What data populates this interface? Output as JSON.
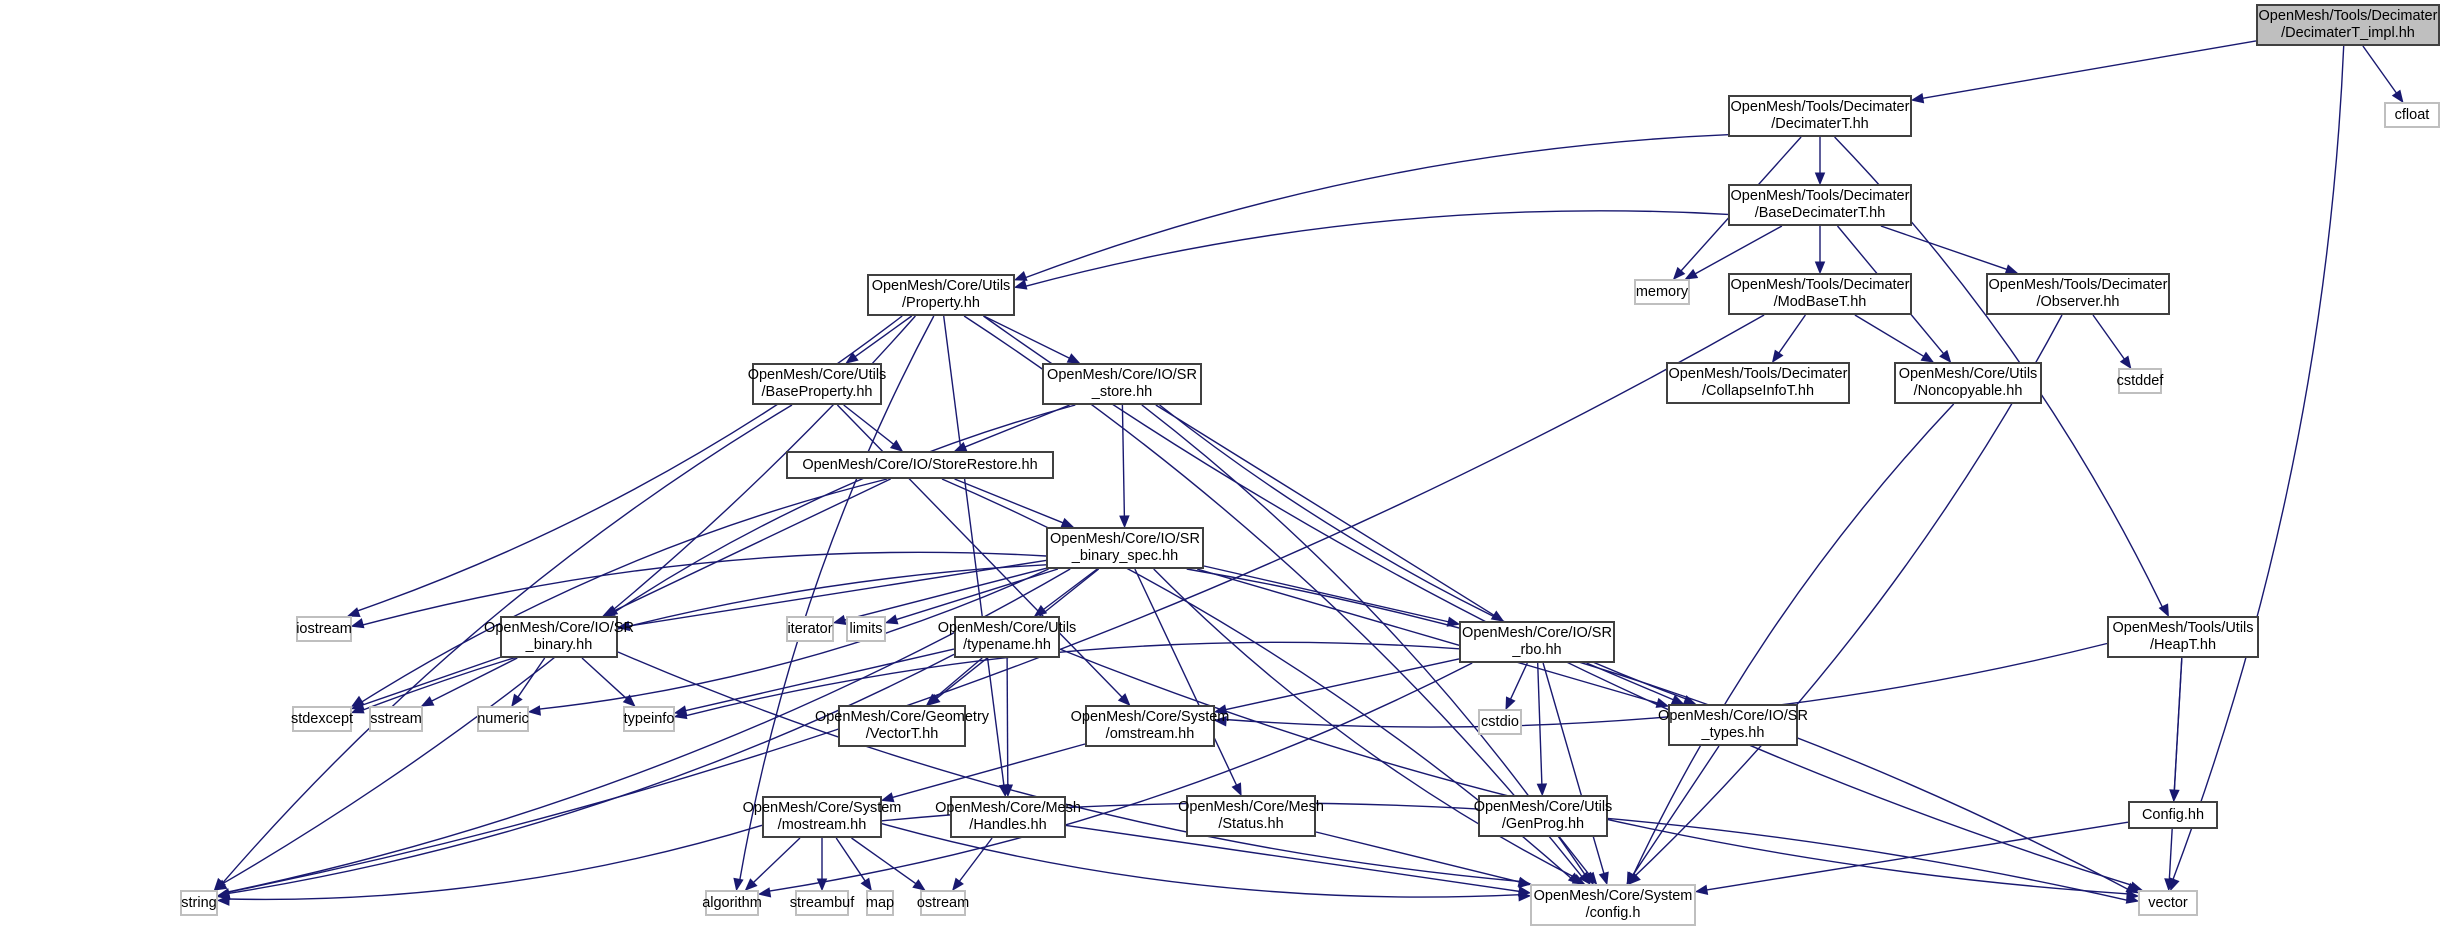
{
  "title": "OpenMesh/Tools/Decimater/DecimaterT_impl.hh include dependency graph",
  "colors": {
    "edge": "#191970",
    "root_fill": "#bfbfbf",
    "doc_border": "#404040",
    "ext_border": "#bfbfbf"
  },
  "nodes": [
    {
      "id": "root",
      "label": "OpenMesh/Tools/Decimater\n/DecimaterT_impl.hh",
      "kind": "root"
    },
    {
      "id": "decimaterT",
      "label": "OpenMesh/Tools/Decimater\n/DecimaterT.hh",
      "kind": "doc"
    },
    {
      "id": "cfloat",
      "label": "cfloat",
      "kind": "ext"
    },
    {
      "id": "baseDecimaterT",
      "label": "OpenMesh/Tools/Decimater\n/BaseDecimaterT.hh",
      "kind": "doc"
    },
    {
      "id": "property",
      "label": "OpenMesh/Core/Utils\n/Property.hh",
      "kind": "doc"
    },
    {
      "id": "memory",
      "label": "memory",
      "kind": "ext"
    },
    {
      "id": "modBaseT",
      "label": "OpenMesh/Tools/Decimater\n/ModBaseT.hh",
      "kind": "doc"
    },
    {
      "id": "observer",
      "label": "OpenMesh/Tools/Decimater\n/Observer.hh",
      "kind": "doc"
    },
    {
      "id": "cstddef",
      "label": "cstddef",
      "kind": "ext"
    },
    {
      "id": "collapseInfoT",
      "label": "OpenMesh/Tools/Decimater\n/CollapseInfoT.hh",
      "kind": "doc"
    },
    {
      "id": "noncopyable",
      "label": "OpenMesh/Core/Utils\n/Noncopyable.hh",
      "kind": "doc"
    },
    {
      "id": "baseProperty",
      "label": "OpenMesh/Core/Utils\n/BaseProperty.hh",
      "kind": "doc"
    },
    {
      "id": "srStore",
      "label": "OpenMesh/Core/IO/SR\n_store.hh",
      "kind": "doc"
    },
    {
      "id": "storeRestore",
      "label": "OpenMesh/Core/IO/StoreRestore.hh",
      "kind": "doc"
    },
    {
      "id": "srBinarySpec",
      "label": "OpenMesh/Core/IO/SR\n_binary_spec.hh",
      "kind": "doc"
    },
    {
      "id": "iostream",
      "label": "iostream",
      "kind": "ext"
    },
    {
      "id": "srBinary",
      "label": "OpenMesh/Core/IO/SR\n_binary.hh",
      "kind": "doc"
    },
    {
      "id": "iterator",
      "label": "iterator",
      "kind": "ext"
    },
    {
      "id": "limits",
      "label": "limits",
      "kind": "ext"
    },
    {
      "id": "typename",
      "label": "OpenMesh/Core/Utils\n/typename.hh",
      "kind": "doc"
    },
    {
      "id": "srRbo",
      "label": "OpenMesh/Core/IO/SR\n_rbo.hh",
      "kind": "doc"
    },
    {
      "id": "heapT",
      "label": "OpenMesh/Tools/Utils\n/HeapT.hh",
      "kind": "doc"
    },
    {
      "id": "stdexcept",
      "label": "stdexcept",
      "kind": "ext"
    },
    {
      "id": "sstream",
      "label": "sstream",
      "kind": "ext"
    },
    {
      "id": "numeric",
      "label": "numeric",
      "kind": "ext"
    },
    {
      "id": "typeinfo",
      "label": "typeinfo",
      "kind": "ext"
    },
    {
      "id": "vectorT",
      "label": "OpenMesh/Core/Geometry\n/VectorT.hh",
      "kind": "doc"
    },
    {
      "id": "omstream",
      "label": "OpenMesh/Core/System\n/omstream.hh",
      "kind": "doc"
    },
    {
      "id": "cstdio",
      "label": "cstdio",
      "kind": "ext"
    },
    {
      "id": "srTypes",
      "label": "OpenMesh/Core/IO/SR\n_types.hh",
      "kind": "doc"
    },
    {
      "id": "mostream",
      "label": "OpenMesh/Core/System\n/mostream.hh",
      "kind": "doc"
    },
    {
      "id": "handles",
      "label": "OpenMesh/Core/Mesh\n/Handles.hh",
      "kind": "doc"
    },
    {
      "id": "status",
      "label": "OpenMesh/Core/Mesh\n/Status.hh",
      "kind": "doc"
    },
    {
      "id": "genProg",
      "label": "OpenMesh/Core/Utils\n/GenProg.hh",
      "kind": "doc"
    },
    {
      "id": "configHH",
      "label": "Config.hh",
      "kind": "doc"
    },
    {
      "id": "string",
      "label": "string",
      "kind": "ext"
    },
    {
      "id": "algorithm",
      "label": "algorithm",
      "kind": "ext"
    },
    {
      "id": "streambuf",
      "label": "streambuf",
      "kind": "ext"
    },
    {
      "id": "map",
      "label": "map",
      "kind": "ext"
    },
    {
      "id": "ostream",
      "label": "ostream",
      "kind": "ext"
    },
    {
      "id": "config",
      "label": "OpenMesh/Core/System\n/config.h",
      "kind": "ext"
    },
    {
      "id": "vector",
      "label": "vector",
      "kind": "ext"
    }
  ],
  "edges": [
    [
      "root",
      "decimaterT"
    ],
    [
      "root",
      "cfloat"
    ],
    [
      "root",
      "vector"
    ],
    [
      "decimaterT",
      "property"
    ],
    [
      "decimaterT",
      "memory"
    ],
    [
      "decimaterT",
      "baseDecimaterT"
    ],
    [
      "decimaterT",
      "heapT"
    ],
    [
      "baseDecimaterT",
      "property"
    ],
    [
      "baseDecimaterT",
      "memory"
    ],
    [
      "baseDecimaterT",
      "modBaseT"
    ],
    [
      "baseDecimaterT",
      "noncopyable"
    ],
    [
      "baseDecimaterT",
      "observer"
    ],
    [
      "modBaseT",
      "collapseInfoT"
    ],
    [
      "modBaseT",
      "noncopyable"
    ],
    [
      "modBaseT",
      "string"
    ],
    [
      "observer",
      "cstddef"
    ],
    [
      "observer",
      "config"
    ],
    [
      "noncopyable",
      "config"
    ],
    [
      "property",
      "baseProperty"
    ],
    [
      "property",
      "srStore"
    ],
    [
      "property",
      "string"
    ],
    [
      "property",
      "algorithm"
    ],
    [
      "property",
      "iostream"
    ],
    [
      "property",
      "handles"
    ],
    [
      "property",
      "config"
    ],
    [
      "property",
      "vector"
    ],
    [
      "baseProperty",
      "storeRestore"
    ],
    [
      "baseProperty",
      "string"
    ],
    [
      "baseProperty",
      "omstream"
    ],
    [
      "srStore",
      "storeRestore"
    ],
    [
      "srStore",
      "srBinarySpec"
    ],
    [
      "srStore",
      "srBinary"
    ],
    [
      "srStore",
      "srRbo"
    ],
    [
      "srStore",
      "srTypes"
    ],
    [
      "srStore",
      "config"
    ],
    [
      "storeRestore",
      "srBinarySpec"
    ],
    [
      "storeRestore",
      "srBinary"
    ],
    [
      "storeRestore",
      "stdexcept"
    ],
    [
      "storeRestore",
      "config"
    ],
    [
      "srBinarySpec",
      "iostream"
    ],
    [
      "srBinarySpec",
      "srBinary"
    ],
    [
      "srBinarySpec",
      "stdexcept"
    ],
    [
      "srBinarySpec",
      "string"
    ],
    [
      "srBinarySpec",
      "iterator"
    ],
    [
      "srBinarySpec",
      "limits"
    ],
    [
      "srBinarySpec",
      "typename"
    ],
    [
      "srBinarySpec",
      "numeric"
    ],
    [
      "srBinarySpec",
      "vectorT"
    ],
    [
      "srBinarySpec",
      "status"
    ],
    [
      "srBinarySpec",
      "srRbo"
    ],
    [
      "srBinarySpec",
      "srTypes"
    ],
    [
      "srBinarySpec",
      "config"
    ],
    [
      "srBinarySpec",
      "vector"
    ],
    [
      "srBinary",
      "stdexcept"
    ],
    [
      "srBinary",
      "sstream"
    ],
    [
      "srBinary",
      "numeric"
    ],
    [
      "srBinary",
      "typeinfo"
    ],
    [
      "srBinary",
      "config"
    ],
    [
      "typename",
      "typeinfo"
    ],
    [
      "typename",
      "vectorT"
    ],
    [
      "typename",
      "string"
    ],
    [
      "typename",
      "vector"
    ],
    [
      "typename",
      "handles"
    ],
    [
      "srRbo",
      "typeinfo"
    ],
    [
      "srRbo",
      "algorithm"
    ],
    [
      "srRbo",
      "cstdio"
    ],
    [
      "srRbo",
      "omstream"
    ],
    [
      "srRbo",
      "genProg"
    ],
    [
      "srRbo",
      "srTypes"
    ],
    [
      "srRbo",
      "config"
    ],
    [
      "heapT",
      "omstream"
    ],
    [
      "heapT",
      "configHH"
    ],
    [
      "heapT",
      "vector"
    ],
    [
      "omstream",
      "mostream"
    ],
    [
      "mostream",
      "string"
    ],
    [
      "mostream",
      "algorithm"
    ],
    [
      "mostream",
      "streambuf"
    ],
    [
      "mostream",
      "map"
    ],
    [
      "mostream",
      "ostream"
    ],
    [
      "mostream",
      "config"
    ],
    [
      "mostream",
      "vector"
    ],
    [
      "handles",
      "ostream"
    ],
    [
      "handles",
      "config"
    ],
    [
      "status",
      "config"
    ],
    [
      "genProg",
      "config"
    ],
    [
      "srTypes",
      "config"
    ],
    [
      "configHH",
      "config"
    ]
  ]
}
